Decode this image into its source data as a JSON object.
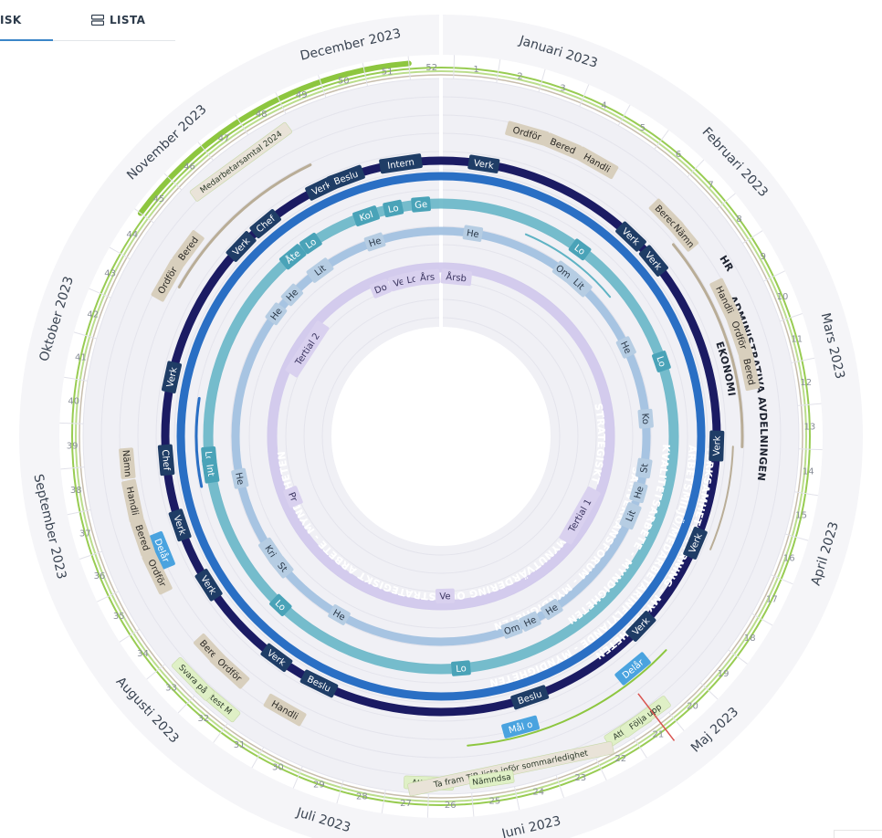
{
  "tabs": {
    "visual_label": "ISK",
    "list_label": "LISTA",
    "list_icon": "list-layout-icon"
  },
  "months": [
    {
      "label": "Januari 2023"
    },
    {
      "label": "Februari 2023"
    },
    {
      "label": "Mars 2023"
    },
    {
      "label": "April 2023"
    },
    {
      "label": "Maj 2023"
    },
    {
      "label": "Juni 2023"
    },
    {
      "label": "Juli 2023"
    },
    {
      "label": "Augusti 2023"
    },
    {
      "label": "September 2023"
    },
    {
      "label": "Oktober 2023"
    },
    {
      "label": "November 2023"
    },
    {
      "label": "December 2023"
    }
  ],
  "weeks": [
    "1",
    "2",
    "3",
    "4",
    "5",
    "6",
    "7",
    "8",
    "9",
    "10",
    "11",
    "12",
    "13",
    "14",
    "15",
    "16",
    "17",
    "18",
    "19",
    "20",
    "21",
    "22",
    "23",
    "24",
    "25",
    "26",
    "27",
    "28",
    "29",
    "30",
    "31",
    "32",
    "33",
    "34",
    "35",
    "36",
    "37",
    "38",
    "39",
    "40",
    "41",
    "42",
    "43",
    "44",
    "45",
    "46",
    "47",
    "48",
    "49",
    "50",
    "51",
    "52"
  ],
  "colors": {
    "verksamhet": "#1b1b63",
    "arbetsmiljo": "#2a6fc4",
    "kvalitet": "#5fb3c4",
    "samverkan": "#9ebfe0",
    "strategi": "#cfc6ec",
    "admin": "#b9ad97",
    "hr": "#8dc63f",
    "today": "#d9534f"
  },
  "rings": [
    {
      "name": "ADMINISTRATIVA AVDELNINGEN"
    },
    {
      "name": "HR"
    },
    {
      "name": "EKONOMI"
    },
    {
      "name": "VERKSAMHETSSTYRNING - MYNDIGHETEN"
    },
    {
      "name": "ARBETSMILJÖ/MEDARBETARINFLYTANDE - MYNDIGHETEN"
    },
    {
      "name": "KVALITETSARBETE - MYNDIGHETEN"
    },
    {
      "name": "SAMVERKANSFORUM - MYNDIGHETEN"
    },
    {
      "name": "STRATEGISKT ARBETE - MYNUTVÄRDERING OCH STRATEGISKT ARBETE - MYNDIGHETEN"
    }
  ],
  "events": [
    {
      "text": "Ordför",
      "week": 3.0,
      "ring": "admin"
    },
    {
      "text": "Bered",
      "week": 4.0,
      "ring": "admin"
    },
    {
      "text": "Handli",
      "week": 5.0,
      "ring": "admin"
    },
    {
      "text": "Bered",
      "week": 7.3,
      "ring": "admin"
    },
    {
      "text": "Nämn",
      "week": 8.0,
      "ring": "admin"
    },
    {
      "text": "Handli",
      "week": 10.0,
      "ring": "admin"
    },
    {
      "text": "Ordför",
      "week": 11.0,
      "ring": "admin"
    },
    {
      "text": "Bered",
      "week": 12.0,
      "ring": "admin"
    },
    {
      "text": "Verk",
      "week": 2.0,
      "ring": "verksamhet"
    },
    {
      "text": "Verk",
      "week": 7.0,
      "ring": "verksamhet"
    },
    {
      "text": "Verk",
      "week": 8.0,
      "ring": "verksamhet"
    },
    {
      "text": "Verk",
      "week": 14.0,
      "ring": "verksamhet"
    },
    {
      "text": "Verk",
      "week": 17.0,
      "ring": "verksamhet"
    },
    {
      "text": "Verk",
      "week": 20.0,
      "ring": "verksamhet"
    },
    {
      "text": "Beslu",
      "week": 24.0,
      "ring": "verksamhet"
    },
    {
      "text": "Beslu",
      "week": 30.5,
      "ring": "verksamhet"
    },
    {
      "text": "Verk",
      "week": 32.0,
      "ring": "verksamhet"
    },
    {
      "text": "Verk",
      "week": 35.0,
      "ring": "verksamhet"
    },
    {
      "text": "Verk",
      "week": 37.0,
      "ring": "verksamhet"
    },
    {
      "text": "Chef",
      "week": 39.0,
      "ring": "verksamhet"
    },
    {
      "text": "Verk",
      "week": 41.5,
      "ring": "verksamhet"
    },
    {
      "text": "Verk",
      "week": 46.0,
      "ring": "verksamhet"
    },
    {
      "text": "Chef",
      "week": 47.0,
      "ring": "verksamhet"
    },
    {
      "text": "Verk",
      "week": 49.0,
      "ring": "verksamhet"
    },
    {
      "text": "Beslu",
      "week": 49.8,
      "ring": "verksamhet"
    },
    {
      "text": "Intern",
      "week": 51.5,
      "ring": "verksamhet"
    },
    {
      "text": "Kol",
      "week": 50.0,
      "ring": "kvalitet"
    },
    {
      "text": "Lo",
      "week": 51.0,
      "ring": "kvalitet"
    },
    {
      "text": "Ge",
      "week": 52.0,
      "ring": "kvalitet"
    },
    {
      "text": "Lo",
      "week": 6.0,
      "ring": "kvalitet"
    },
    {
      "text": "Lo",
      "week": 11.0,
      "ring": "kvalitet"
    },
    {
      "text": "Lo",
      "week": 26.0,
      "ring": "kvalitet"
    },
    {
      "text": "Lo",
      "week": 33.0,
      "ring": "kvalitet"
    },
    {
      "text": "Lo",
      "week": 39.0,
      "ring": "kvalitet"
    },
    {
      "text": "Int",
      "week": 38.5,
      "ring": "kvalitet"
    },
    {
      "text": "Åte",
      "week": 47.0,
      "ring": "kvalitet"
    },
    {
      "text": "Lo",
      "week": 47.8,
      "ring": "kvalitet"
    },
    {
      "text": "He",
      "week": 2.0,
      "ring": "samverkan"
    },
    {
      "text": "Om",
      "week": 6.0,
      "ring": "samverkan"
    },
    {
      "text": "Lit",
      "week": 6.8,
      "ring": "samverkan"
    },
    {
      "text": "He",
      "week": 10.0,
      "ring": "samverkan"
    },
    {
      "text": "Ko",
      "week": 13.0,
      "ring": "samverkan"
    },
    {
      "text": "St",
      "week": 15.0,
      "ring": "samverkan"
    },
    {
      "text": "He",
      "week": 16.0,
      "ring": "samverkan"
    },
    {
      "text": "Lit",
      "week": 17.0,
      "ring": "samverkan"
    },
    {
      "text": "He",
      "week": 22.0,
      "ring": "samverkan"
    },
    {
      "text": "He",
      "week": 23.0,
      "ring": "samverkan"
    },
    {
      "text": "Om",
      "week": 23.8,
      "ring": "samverkan"
    },
    {
      "text": "He",
      "week": 31.0,
      "ring": "samverkan"
    },
    {
      "text": "St",
      "week": 34.0,
      "ring": "samverkan"
    },
    {
      "text": "Kri",
      "week": 34.8,
      "ring": "samverkan"
    },
    {
      "text": "He",
      "week": 38.0,
      "ring": "samverkan"
    },
    {
      "text": "He",
      "week": 45.0,
      "ring": "samverkan"
    },
    {
      "text": "He",
      "week": 46.0,
      "ring": "samverkan"
    },
    {
      "text": "Lit",
      "week": 47.5,
      "ring": "samverkan"
    },
    {
      "text": "He",
      "week": 50.0,
      "ring": "samverkan"
    },
    {
      "text": "Do",
      "week": 49.5,
      "ring": "strategi"
    },
    {
      "text": "Ve",
      "week": 50.5,
      "ring": "strategi"
    },
    {
      "text": "Lo",
      "week": 51.2,
      "ring": "strategi"
    },
    {
      "text": "Års",
      "week": 52.0,
      "ring": "strategi"
    },
    {
      "text": "Årsb",
      "week": 1.5,
      "ring": "strategi"
    },
    {
      "text": "Tertial 1",
      "week": 18.0,
      "ring": "strategi"
    },
    {
      "text": "Tertial 2",
      "week": 44.5,
      "ring": "strategi"
    },
    {
      "text": "Pr",
      "week": 36.5,
      "ring": "strategi"
    },
    {
      "text": "Ve",
      "week": 26.5,
      "ring": "strategi"
    },
    {
      "text": "Delår",
      "week": 36.5,
      "ring": "admin_inner"
    },
    {
      "text": "Delår",
      "week": 21.0,
      "ring": "admin_inner"
    },
    {
      "text": "Mål o",
      "week": 24.5,
      "ring": "admin_inner"
    },
    {
      "text": "Handli",
      "week": 31.0,
      "ring": "admin"
    },
    {
      "text": "Ordför",
      "week": 36.0,
      "ring": "admin"
    },
    {
      "text": "Bered",
      "week": 37.0,
      "ring": "admin"
    },
    {
      "text": "Handli",
      "week": 38.0,
      "ring": "admin"
    },
    {
      "text": "Nämn",
      "week": 39.0,
      "ring": "admin"
    },
    {
      "text": "Ordför",
      "week": 44.0,
      "ring": "admin"
    },
    {
      "text": "Bered",
      "week": 45.0,
      "ring": "admin"
    },
    {
      "text": "Bered",
      "week": 33.5,
      "ring": "admin"
    },
    {
      "text": "Ordför",
      "week": 32.8,
      "ring": "admin"
    }
  ],
  "outer_events": [
    {
      "text": "Attest M",
      "week": 22.0
    },
    {
      "text": "Följa upp",
      "week": 21.5
    },
    {
      "text": "Attest M",
      "week": 27.0
    },
    {
      "text": "Attest M",
      "week": 32.5
    },
    {
      "text": "Svara på",
      "week": 33.3
    },
    {
      "text": "Medarbetarsamtal 2024",
      "week": 47.5
    },
    {
      "text": "Ta fram TiB-lista inför sommarledighet",
      "week": 25.0
    },
    {
      "text": "Nämndsa",
      "week": 25.5
    }
  ],
  "today_week": 21.3
}
